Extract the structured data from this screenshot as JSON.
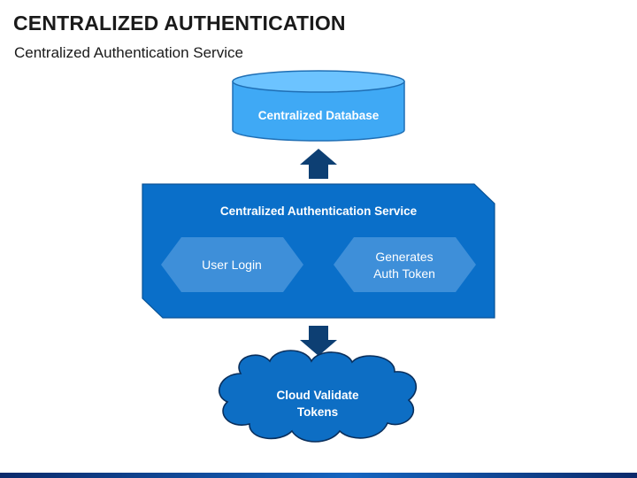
{
  "header": {
    "title": "CENTRALIZED AUTHENTICATION",
    "subtitle": "Centralized Authentication Service"
  },
  "diagram": {
    "database": {
      "label": "Centralized Database",
      "icon": "database-cylinder"
    },
    "service": {
      "label": "Centralized Authentication Service",
      "steps": [
        {
          "label": "User Login"
        },
        {
          "label_line1": "Generates",
          "label_line2": "Auth Token"
        }
      ]
    },
    "cloud": {
      "label_line1": "Cloud Validate",
      "label_line2": "Tokens",
      "icon": "cloud"
    },
    "arrows": [
      {
        "name": "service-to-database",
        "direction": "up"
      },
      {
        "name": "service-to-cloud",
        "direction": "down"
      }
    ]
  },
  "colors": {
    "database_fill": "#3fa9f5",
    "database_top": "#6cc3ff",
    "service_fill": "#0a6fc9",
    "step_fill": "#3e8fd9",
    "arrow": "#0d3f73",
    "cloud_fill": "#0d6ec4",
    "cloud_stroke": "#0a2f5c"
  }
}
